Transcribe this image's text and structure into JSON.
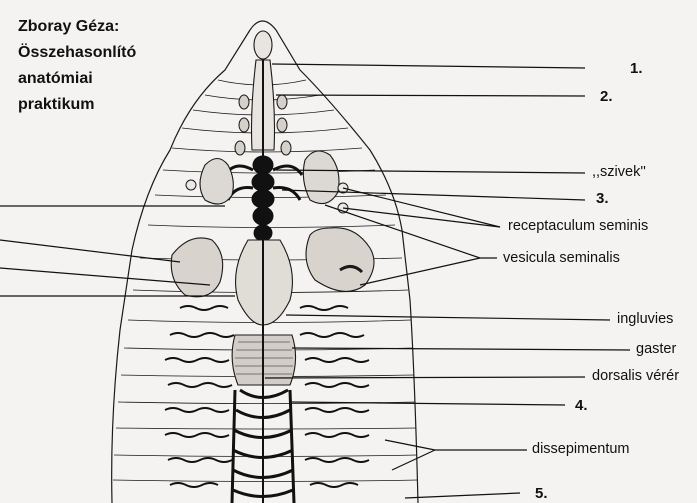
{
  "title_lines": [
    "Zboray Géza:",
    "Összehasonlító",
    "anatómiai",
    "praktikum"
  ],
  "labels": {
    "n1": "1.",
    "n2": "2.",
    "szivek": ",,szivek''",
    "n3": "3.",
    "receptaculum": "receptaculum seminis",
    "vesicula": "vesicula seminalis",
    "ingluvies": "ingluvies",
    "gaster": "gaster",
    "dorsalis": "dorsalis vérér",
    "n4": "4.",
    "dissepimentum": "dissepimentum",
    "n5": "5."
  },
  "colors": {
    "ink": "#1a1a1a",
    "paper": "#f4f3f1",
    "shade": "#d9d6d2"
  }
}
